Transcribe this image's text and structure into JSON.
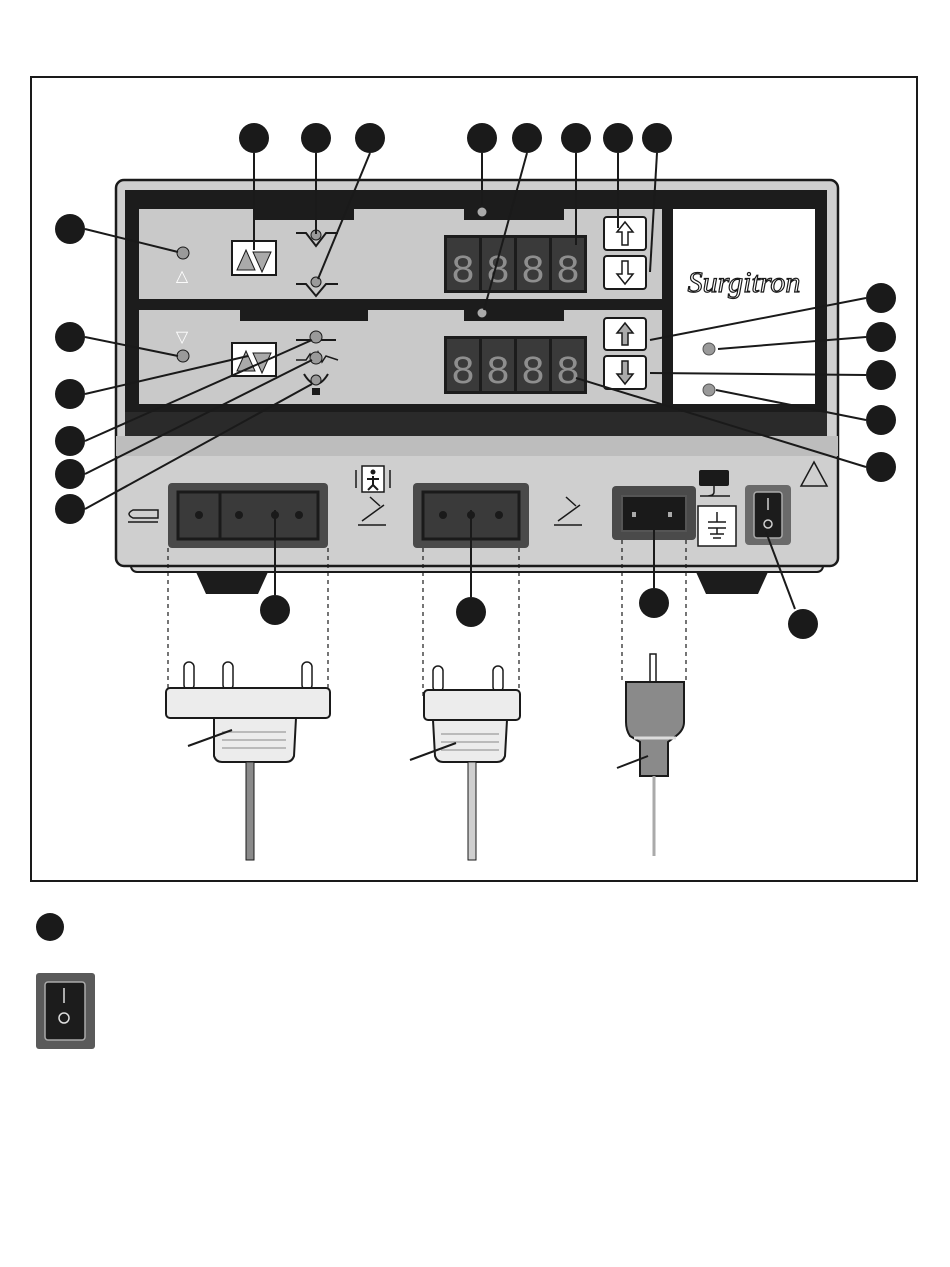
{
  "brand": {
    "name": "Surgitron"
  },
  "power_switch": {
    "on_symbol": "|",
    "off_symbol": "○"
  },
  "displays": {
    "upper": {
      "digits": [
        "8",
        "8",
        "8",
        "8"
      ]
    },
    "lower": {
      "digits": [
        "8",
        "8",
        "8",
        "8"
      ]
    }
  },
  "symbols": {
    "up_indicator": "△",
    "down_indicator": "▽",
    "warning": "△"
  },
  "colors": {
    "outline": "#1a1a1a",
    "panel_face": "#c9c9c9",
    "panel_dark": "#1c1c1c",
    "display_bg": "#3a3a3a",
    "segment": "#8e8e8e",
    "callout": "#1a1a1a"
  }
}
